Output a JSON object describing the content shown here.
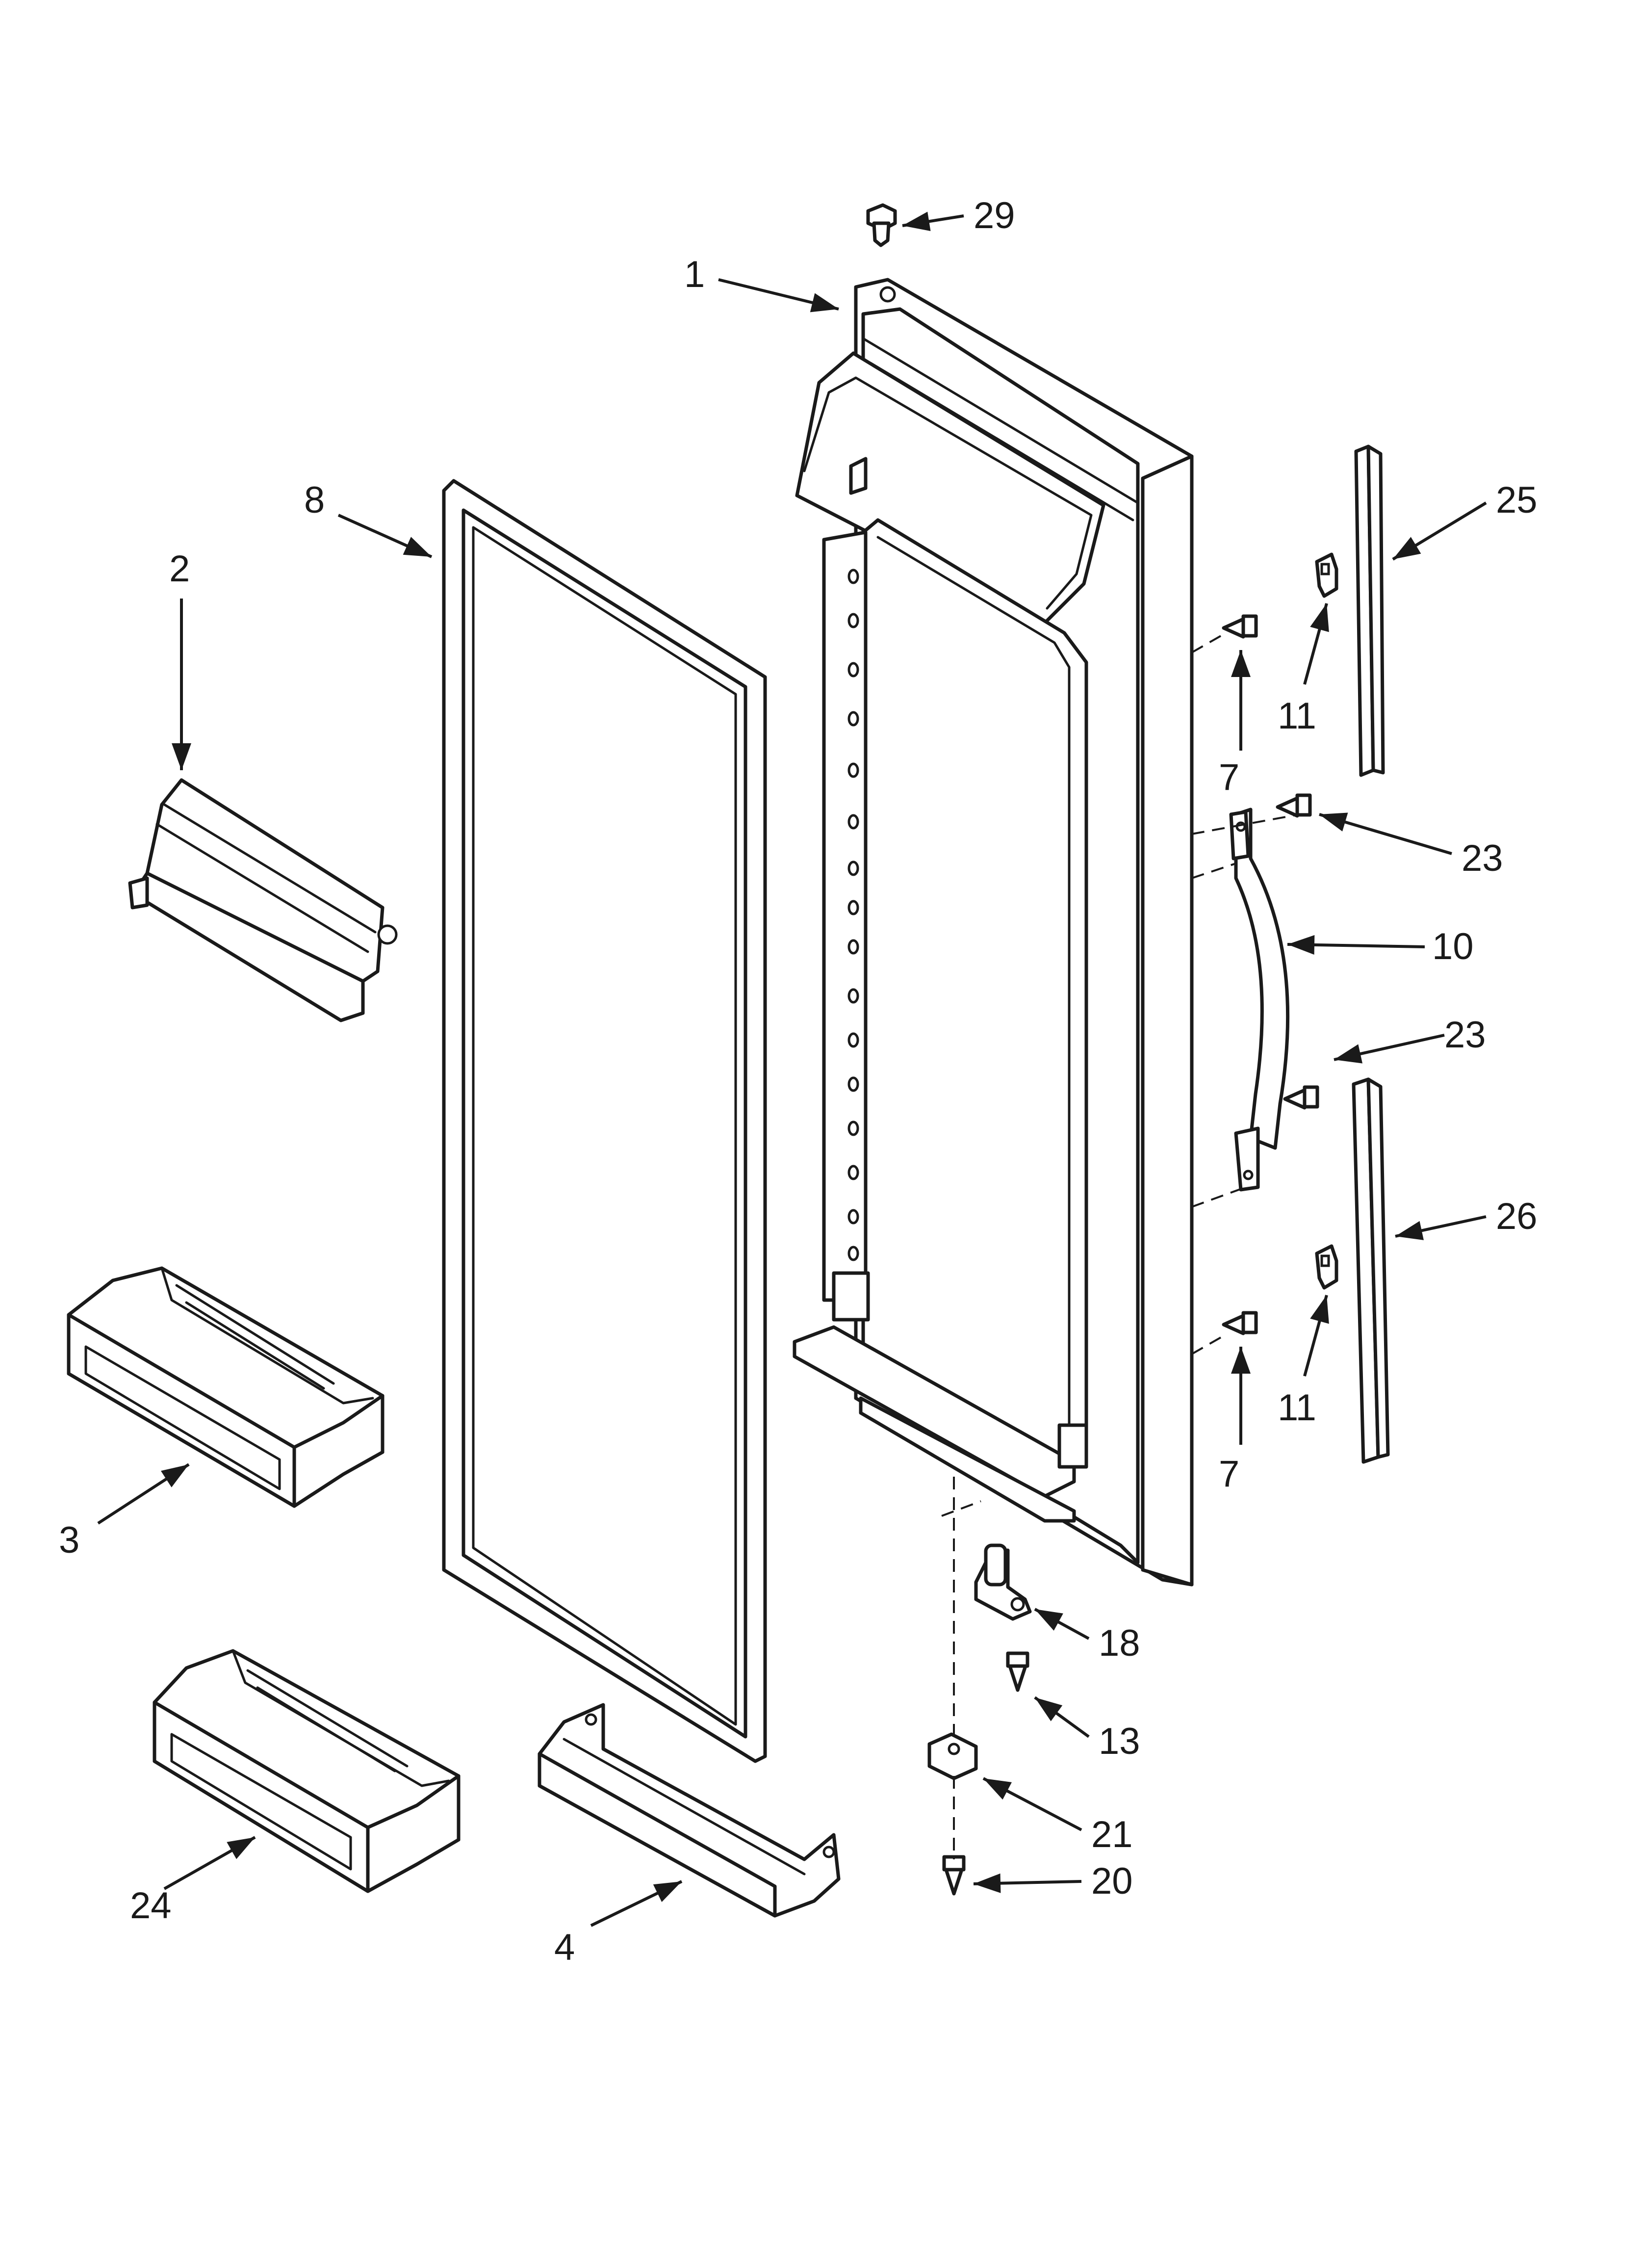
{
  "diagram": {
    "colors": {
      "ink": "#1a1a1a",
      "paper": "#ffffff"
    },
    "callouts": [
      {
        "id": "c29",
        "label": "29"
      },
      {
        "id": "c1",
        "label": "1"
      },
      {
        "id": "c25",
        "label": "25"
      },
      {
        "id": "c8",
        "label": "8"
      },
      {
        "id": "c2",
        "label": "2"
      },
      {
        "id": "c11a",
        "label": "11"
      },
      {
        "id": "c7a",
        "label": "7"
      },
      {
        "id": "c23a",
        "label": "23"
      },
      {
        "id": "c10",
        "label": "10"
      },
      {
        "id": "c23b",
        "label": "23"
      },
      {
        "id": "c26",
        "label": "26"
      },
      {
        "id": "c3",
        "label": "3"
      },
      {
        "id": "c11b",
        "label": "11"
      },
      {
        "id": "c7b",
        "label": "7"
      },
      {
        "id": "c18",
        "label": "18"
      },
      {
        "id": "c13",
        "label": "13"
      },
      {
        "id": "c21",
        "label": "21"
      },
      {
        "id": "c20",
        "label": "20"
      },
      {
        "id": "c24",
        "label": "24"
      },
      {
        "id": "c4",
        "label": "4"
      }
    ]
  }
}
